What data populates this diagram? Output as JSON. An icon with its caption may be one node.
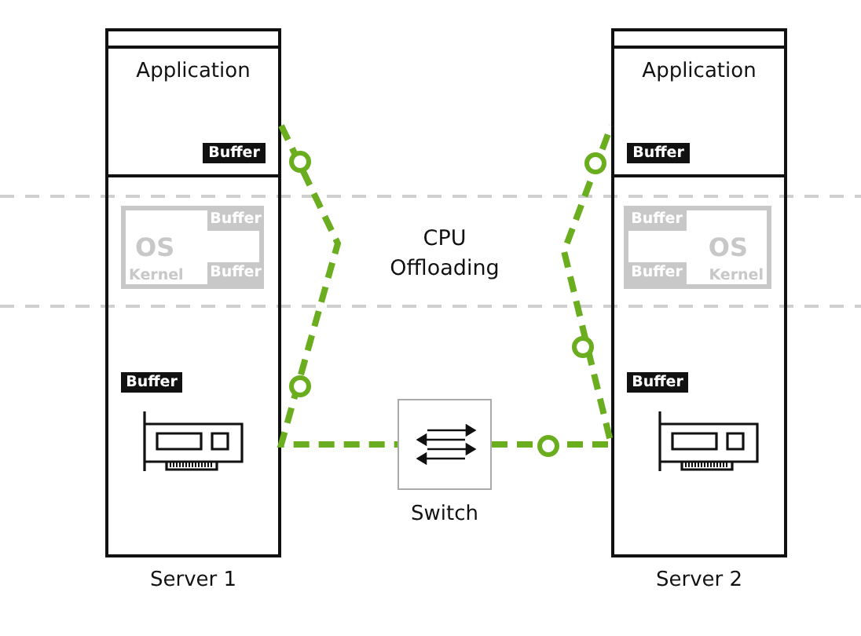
{
  "diagram": {
    "nodes": [
      {
        "text": [
          "Server 1"
        ]
      },
      {
        "text": [
          "Application"
        ],
        "in": 0
      },
      {
        "text": [
          "Buffer"
        ],
        "in": 1
      },
      {
        "text": [
          "OS",
          "Kernel"
        ],
        "in": 0
      },
      {
        "text": [
          "Buffer"
        ],
        "in": 3
      },
      {
        "text": [
          "Buffer"
        ],
        "in": 3
      },
      {
        "text": [
          "Buffer"
        ],
        "in": 0
      },
      {
        "text": [
          "Switch"
        ]
      },
      {
        "text": [
          "Server 2"
        ]
      },
      {
        "text": [
          "Application"
        ],
        "in": 8
      },
      {
        "text": [
          "Buffer"
        ],
        "in": 9
      },
      {
        "text": [
          "OS",
          "Kernel"
        ],
        "in": 8
      },
      {
        "text": [
          "Buffer"
        ],
        "in": 11
      },
      {
        "text": [
          "Buffer"
        ],
        "in": 11
      },
      {
        "text": [
          "Buffer"
        ],
        "in": 8
      }
    ],
    "edges": [
      {
        "from": 1,
        "to": 7,
        "arrow": "none",
        "style": "dashed"
      },
      {
        "from": 7,
        "to": 9,
        "arrow": "none",
        "style": "dashed"
      }
    ],
    "labels": [
      "CPU Offloading"
    ]
  }
}
